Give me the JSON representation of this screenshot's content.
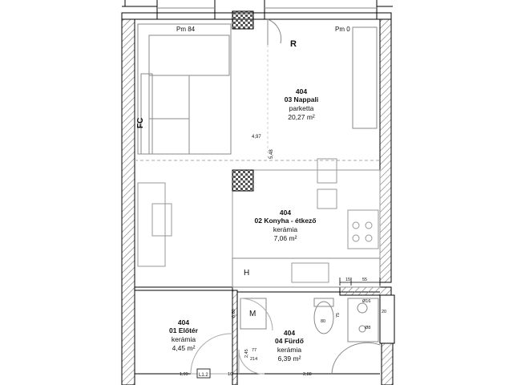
{
  "rooms": [
    {
      "number": "404",
      "name": "03 Nappali",
      "floor": "parketta",
      "area": "20,27 m²"
    },
    {
      "number": "404",
      "name": "02 Konyha - étkező",
      "floor": "kerámia",
      "area": "7,06 m²"
    },
    {
      "number": "404",
      "name": "01 Előtér",
      "floor": "kerámia",
      "area": "4,45 m²"
    },
    {
      "number": "404",
      "name": "04 Fürdő",
      "floor": "kerámia",
      "area": "6,39 m²"
    }
  ],
  "marks": {
    "pm84": "Pm 84",
    "pm0": "Pm 0",
    "r": "R",
    "fc": "FC",
    "h": "H",
    "m": "M",
    "l12": "L1.2"
  },
  "dims": {
    "d497": "4,97",
    "d548": "5,48",
    "d15": "15",
    "d55": "55",
    "d16": "Ø16",
    "d20": "20",
    "d75": "75",
    "d8": "Ø8",
    "d80": "80",
    "d245": "2,45",
    "d77": "77",
    "d214": "214",
    "d199": "1,99",
    "d10": "10",
    "d288": "2,88",
    "d060": "0,60"
  }
}
